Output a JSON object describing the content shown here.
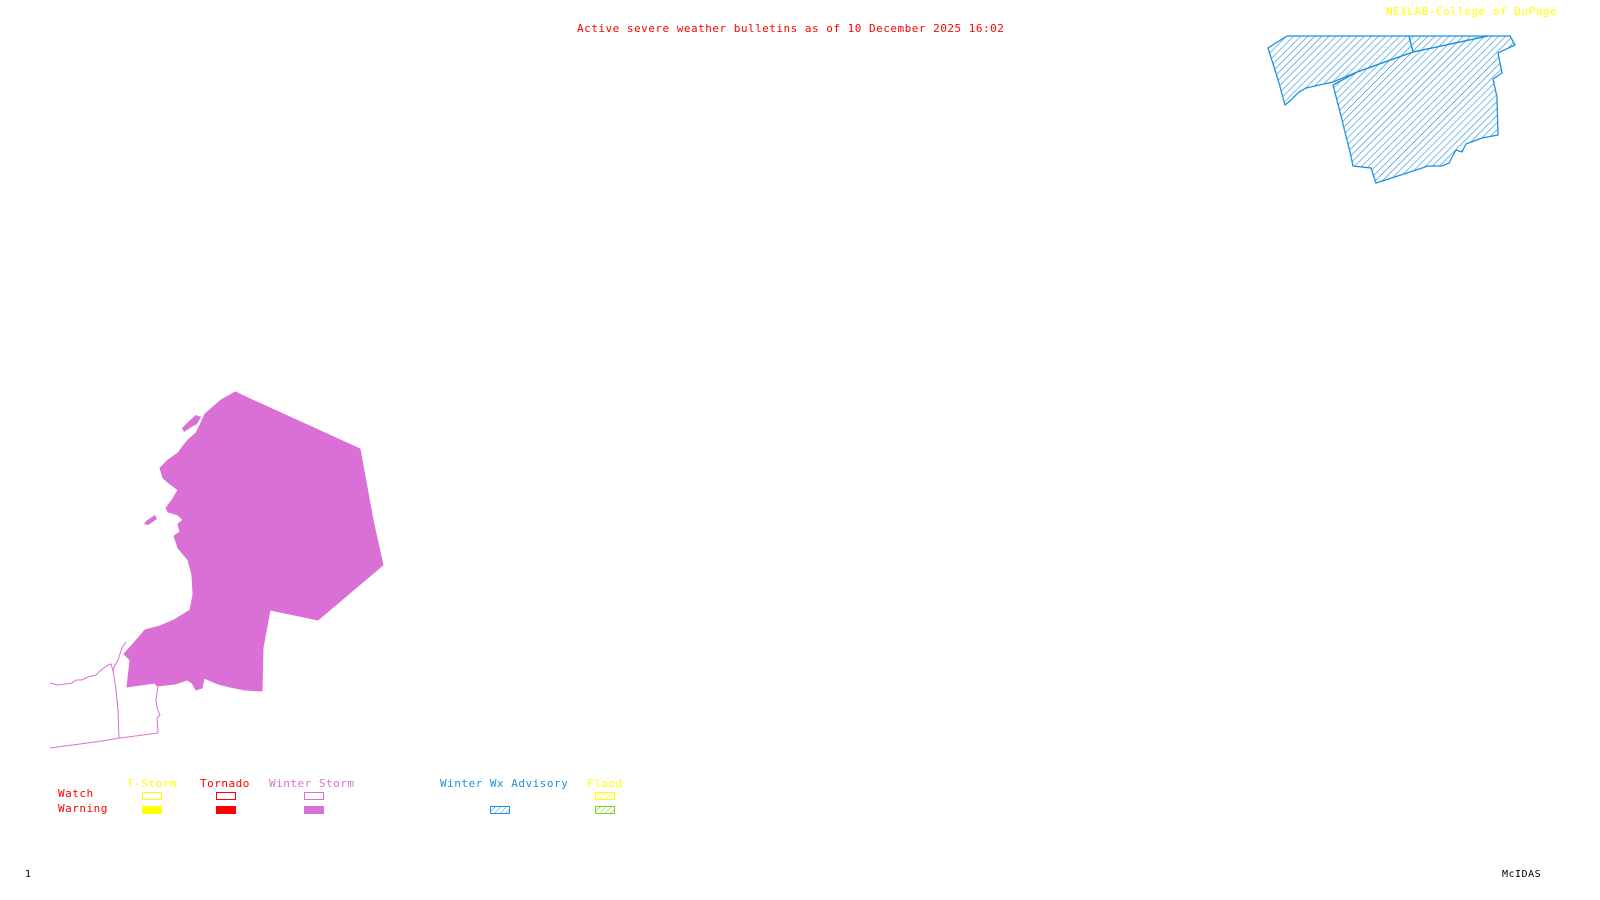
{
  "header": {
    "title": "Active severe weather bulletins as of 10 December 2025 16:02",
    "credit": "NEXLAB-College of DuPage"
  },
  "footer": {
    "frame_number": "1",
    "software": "McIDAS"
  },
  "legend": {
    "row_labels": {
      "watch": "Watch",
      "warning": "Warning"
    },
    "categories": [
      {
        "label": "T-Storm",
        "color": "#ffff00",
        "watch": "outline",
        "warning": "solid"
      },
      {
        "label": "Tornado",
        "color": "#ff0000",
        "watch": "outline",
        "warning": "solid"
      },
      {
        "label": "Winter Storm",
        "color": "#da70d6",
        "watch": "outline",
        "warning": "solid"
      },
      {
        "label": "Winter Wx Advisory",
        "color": "#1e90e0",
        "watch": null,
        "warning": "hatched"
      },
      {
        "label": "Flood",
        "color": "#ffff00",
        "warning_color": "#7fd020",
        "watch": "hatched",
        "warning": "hatched"
      }
    ]
  },
  "map_features": [
    {
      "type": "Winter Storm Warning",
      "color": "#da70d6",
      "location": "lower-left",
      "style": "solid"
    },
    {
      "type": "Winter Storm Watch",
      "color": "#da70d6",
      "location": "lower-left",
      "style": "outline"
    },
    {
      "type": "Winter Wx Advisory",
      "color": "#1e90e0",
      "location": "top-right",
      "style": "hatched"
    }
  ]
}
